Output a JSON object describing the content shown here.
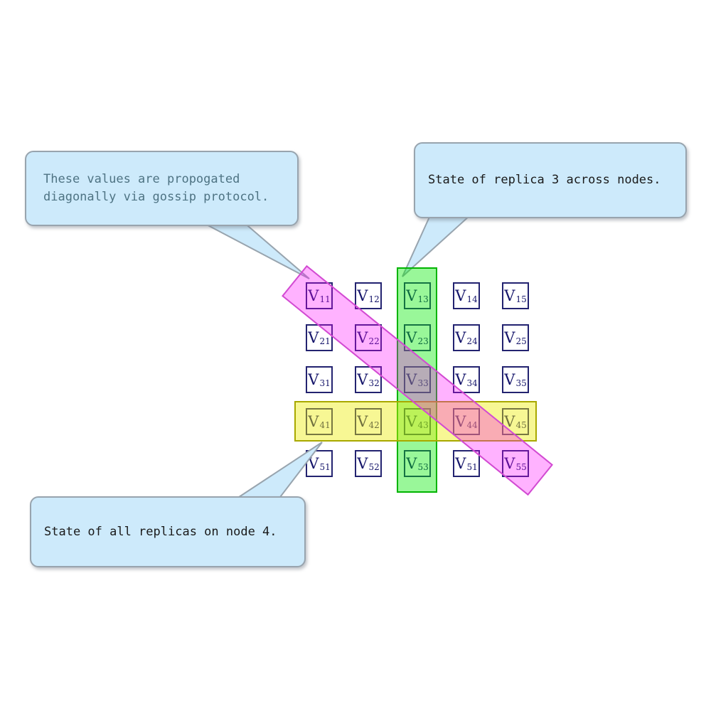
{
  "callouts": {
    "gossip": {
      "text": "These values are propogated\ndiagonally via gossip protocol.",
      "text_color": "#4e7383"
    },
    "replica": {
      "text": "State of replica 3 across nodes.",
      "text_color": "#1a1a1a"
    },
    "node": {
      "text": "State of all replicas on node 4.",
      "text_color": "#1a1a1a"
    },
    "bubble_fill": "#cdeafb",
    "bubble_border": "#98a4ae"
  },
  "grid": {
    "prefix": "V",
    "cells": [
      [
        "11",
        "12",
        "13",
        "14",
        "15"
      ],
      [
        "21",
        "22",
        "23",
        "24",
        "25"
      ],
      [
        "31",
        "32",
        "33",
        "34",
        "35"
      ],
      [
        "41",
        "42",
        "43",
        "44",
        "45"
      ],
      [
        "51",
        "52",
        "53",
        "51",
        "55"
      ]
    ],
    "cell_border_color": "#232370",
    "cell_text_color": "#16166b"
  },
  "highlights": {
    "column": {
      "label": "replica-3-column",
      "fill": "rgba(0,235,0,0.40)",
      "border": "#00b400"
    },
    "row": {
      "label": "node-4-row",
      "fill": "rgba(235,235,0,0.42)",
      "border": "#a8a800"
    },
    "diagonal": {
      "label": "gossip-diagonal",
      "fill": "rgba(255,0,255,0.30)",
      "border": "#d24bd2"
    }
  }
}
